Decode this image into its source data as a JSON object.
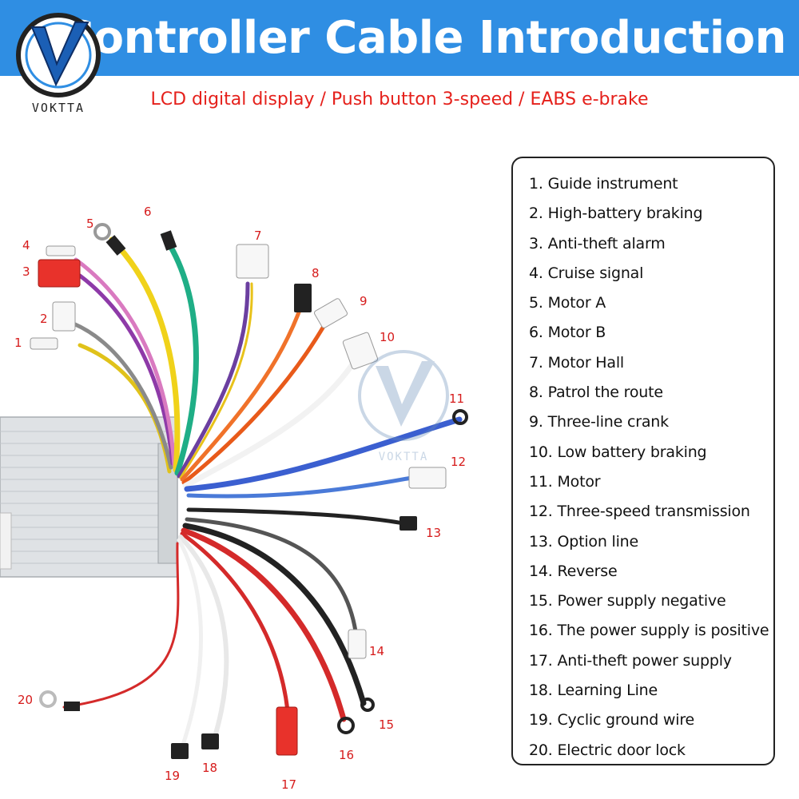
{
  "header": {
    "title": "Controller Cable Introduction",
    "subtitle": "LCD digital display / Push button 3-speed / EABS e-brake",
    "bg_color": "#2f8ee3",
    "subtitle_color": "#e5201b"
  },
  "logo": {
    "text": "VOKTTA",
    "watermark_text": "VOKTTA"
  },
  "callouts": [
    "1",
    "2",
    "3",
    "4",
    "5",
    "6",
    "7",
    "8",
    "9",
    "10",
    "11",
    "12",
    "13",
    "14",
    "15",
    "16",
    "17",
    "18",
    "19",
    "20"
  ],
  "legend": {
    "items": [
      "1. Guide instrument",
      "2. High-battery braking",
      "3. Anti-theft alarm",
      "4. Cruise signal",
      "5. Motor A",
      "6. Motor B",
      "7. Motor Hall",
      "8. Patrol the route",
      "9. Three-line crank",
      "10. Low battery braking",
      "11. Motor",
      "12. Three-speed transmission",
      "13. Option line",
      "14. Reverse",
      "15. Power supply negative",
      "16. The power supply is positive",
      "17. Anti-theft power supply",
      "18. Learning Line",
      "19. Cyclic ground wire",
      "20. Electric door lock"
    ]
  }
}
